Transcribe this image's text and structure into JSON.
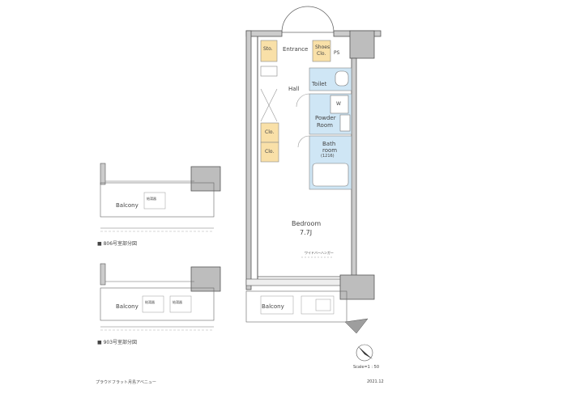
{
  "main_plan": {
    "entrance": "Entrance",
    "storage": "Sto.",
    "shoes_closet": [
      "Shoes",
      "Clo."
    ],
    "ps": "PS",
    "hall": "Hall",
    "toilet": "Toilet",
    "washer": "W",
    "powder_room": [
      "Powder",
      "Room"
    ],
    "bathroom": [
      "Bath",
      "room",
      "(1216)"
    ],
    "closet_1": "Clo.",
    "closet_2": "Clo.",
    "bedroom": "Bedroom",
    "bedroom_size": "7.7J",
    "balcony": "Balcony",
    "window_label": "ワイドバーハンガー"
  },
  "detail_806": {
    "balcony": "Balcony",
    "caption": "■ 806号室部分図",
    "unit_label": "給湯器"
  },
  "detail_903": {
    "balcony": "Balcony",
    "caption": "■ 903号室部分図",
    "unit_label_1": "給湯器",
    "unit_label_2": "給湯器"
  },
  "footer": {
    "property_name": "プラウドフラット月島アベニュー",
    "scale": "Scale=1 : 50",
    "date": "2021.12"
  }
}
